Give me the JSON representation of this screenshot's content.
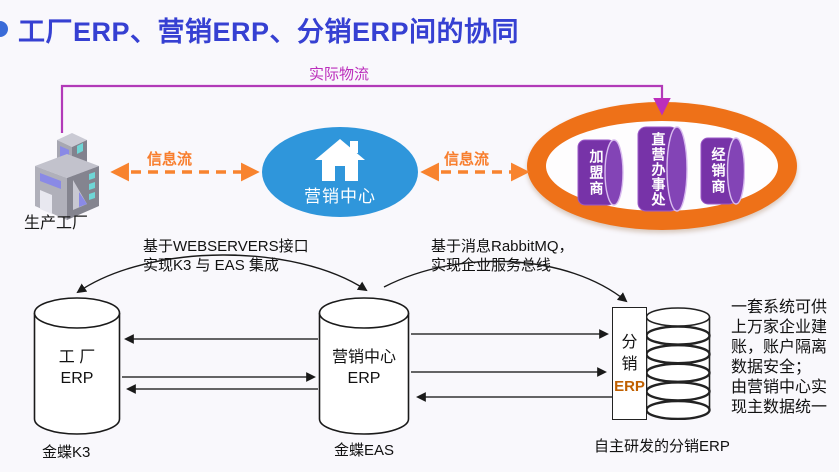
{
  "title": "工厂ERP、营销ERP、分销ERP间的协同",
  "flows": {
    "physical": "实际物流",
    "info_left": "信息流",
    "info_right": "信息流"
  },
  "nodes": {
    "factory_label": "生产工厂",
    "marketing_center": "营销中心",
    "channel_members": [
      "加盟商",
      "直营办事处",
      "经销商"
    ],
    "factory_erp": "工 厂\nERP",
    "marketing_erp": "营销中心\nERP",
    "dist_erp_vertical": "分\n销",
    "dist_erp_suffix": "ERP"
  },
  "annotations": {
    "webservice": "基于WEBSERVERS接口\n实现K3 与 EAS 集成",
    "rabbitmq": "基于消息RabbitMQ，\n实现企业服务总线",
    "saas_note": "一套系统可供\n上万家企业建\n账，账户隔离\n数据安全；\n由营销中心实\n现主数据统一"
  },
  "footnotes": {
    "k3": "金蝶K3",
    "eas": "金蝶EAS",
    "dist": "自主研发的分销ERP"
  },
  "colors": {
    "title_blue": "#3640d2",
    "magenta": "#bc2ebc",
    "flow_orange": "#f87e2e",
    "marketing_blue": "#2f96db",
    "ring_orange": "#ee7118",
    "channel_purple": "#7733a8",
    "dist_erp_orange": "#c06000"
  }
}
